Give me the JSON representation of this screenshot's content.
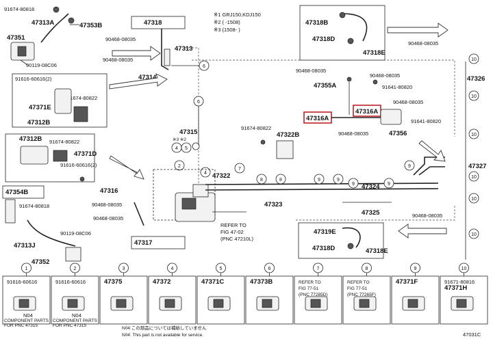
{
  "header_notes": [
    "※1 GRJ150,KDJ150",
    "※2 (    -1508)",
    "※3 (1508-     )"
  ],
  "labels": {
    "p47353B": "47353B",
    "p91674_80818_tl": "91674-80818",
    "p47313A": "47313A",
    "p47351": "47351",
    "p90119_08C06_tl": "90119-08C06",
    "p47318_top": "47318",
    "p90468_08035_a": "90468-08035",
    "p90468_08035_b": "90468-08035",
    "p47313": "47313",
    "p47314": "47314",
    "p91616_60616": "91616-60616(2)",
    "p91674_80822_a": "91674-80822",
    "p47371E": "47371E",
    "p47312B": "47312B",
    "p47312B_lbl": "47312B",
    "p91674_80822_b": "91674-80822",
    "p47371D": "47371D",
    "p91616_60616_b": "91616-60616(2)",
    "p47315": "47315",
    "p47316": "47316",
    "p47354B": "47354B",
    "p91674_80818_b": "91674-80818",
    "p47313J": "47313J",
    "p90119_08C06_b": "90119-08C06",
    "p90468_08035_c": "90468-08035",
    "p90468_08035_d": "90468-08035",
    "p47352": "47352",
    "p47317": "47317",
    "p47318B": "47318B",
    "p47318D": "47318D",
    "p47318E": "47318E",
    "p90468_08035_e": "90468-08035",
    "p90468_08035_f": "90468-08035",
    "p90468_08035_g": "90468-08035",
    "p47355A": "47355A",
    "p91641_80820_a": "91641-80820",
    "p47316A_a": "47316A",
    "p47316A_b": "47316A",
    "p90468_08035_h": "90468-08035",
    "p47356": "47356",
    "p91641_80820_b": "91641-80820",
    "p90468_08035_i": "90468-08035",
    "p47326": "47326",
    "p47327": "47327",
    "p91674_80822_c": "91674-80822",
    "p47322B": "47322B",
    "p47322": "47322",
    "p47323": "47323",
    "p47324": "47324",
    "p47325": "47325",
    "p90468_08035_j": "90468-08035",
    "p47319E": "47319E",
    "p47318D_b": "47318D",
    "p47318E_b": "47318E",
    "refer1": "REFER TO",
    "refer2": "FIG 47-02",
    "refer3": "(PNC 47210L)"
  },
  "bottom_cells": [
    {
      "num": "1",
      "lines": [
        "91616-60616"
      ],
      "foot": [
        "N04",
        "COMPONENT PARTS",
        "FOR PNC 47315"
      ]
    },
    {
      "num": "2",
      "lines": [
        "91616-60616"
      ],
      "foot": [
        "N04",
        "COMPONENT PARTS",
        "FOR PNC 47315"
      ]
    },
    {
      "num": "3",
      "lines": [
        "47375"
      ],
      "foot": []
    },
    {
      "num": "4",
      "lines": [
        "47372"
      ],
      "foot": []
    },
    {
      "num": "5",
      "lines": [
        "47371C"
      ],
      "foot": []
    },
    {
      "num": "6",
      "lines": [
        "47373B"
      ],
      "foot": []
    },
    {
      "num": "7",
      "lines": [
        "REFER TO",
        "FIG 77-51",
        "(PNC 77285D)"
      ],
      "foot": []
    },
    {
      "num": "8",
      "lines": [
        "REFER TO",
        "FIG 77-51",
        "(PNC 77265F)"
      ],
      "foot": []
    },
    {
      "num": "9",
      "lines": [
        "47371F"
      ],
      "foot": []
    },
    {
      "num": "10",
      "lines": [
        "91671-80816",
        "47371H"
      ],
      "foot": []
    }
  ],
  "footnote": [
    "N04:この部品については補給していません",
    "N04: This part is not available for service."
  ],
  "figure_id": "47031C"
}
